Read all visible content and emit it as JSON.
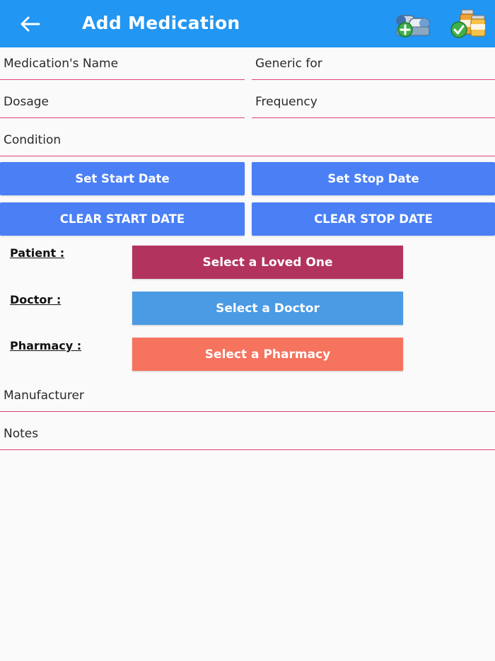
{
  "appbar": {
    "title": "Add Medication",
    "back_icon": "arrow-left-icon",
    "add_icon": "add-medication-icon",
    "save_icon": "save-medication-icon",
    "color": "#2196f3"
  },
  "fields": {
    "medication_name": {
      "placeholder": "Medication's Name",
      "value": ""
    },
    "generic_for": {
      "placeholder": "Generic for",
      "value": ""
    },
    "dosage": {
      "placeholder": "Dosage",
      "value": ""
    },
    "frequency": {
      "placeholder": "Frequency",
      "value": ""
    },
    "condition": {
      "placeholder": "Condition",
      "value": ""
    },
    "manufacturer": {
      "placeholder": "Manufacturer",
      "value": ""
    },
    "notes": {
      "placeholder": "Notes",
      "value": ""
    }
  },
  "dates": {
    "set_start": "Set Start Date",
    "set_stop": "Set Stop Date",
    "clear_start": "CLEAR START DATE",
    "clear_stop": "CLEAR STOP DATE",
    "color": "#4a7ff5"
  },
  "patient": {
    "label": "Patient :",
    "button": "Select a Loved One",
    "color": "#b3335f"
  },
  "doctor": {
    "label": "Doctor :",
    "button": "Select a Doctor",
    "color": "#4a9ae4"
  },
  "pharmacy": {
    "label": "Pharmacy :",
    "button": "Select a Pharmacy",
    "color": "#f6735e"
  },
  "colors": {
    "underline": "#e0407a",
    "background": "#fafafa"
  }
}
